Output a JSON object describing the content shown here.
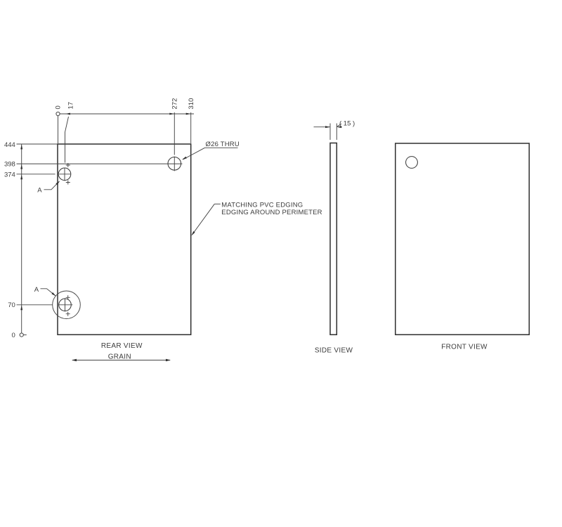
{
  "drawing": {
    "colors": {
      "line": "#3b3b3b",
      "background": "#ffffff"
    },
    "dims_top": [
      "0",
      "17",
      "272",
      "310"
    ],
    "dims_left": [
      "444",
      "398",
      "374",
      "70",
      "0"
    ],
    "notes": {
      "hole": "Ø26 THRU",
      "edging1": "MATCHING PVC EDGING",
      "edging2": "EDGING AROUND PERIMETER",
      "detail": "A"
    },
    "views": {
      "rear": {
        "label": "REAR VIEW",
        "grain": "GRAIN"
      },
      "side": {
        "label": "SIDE VIEW",
        "thickness": "( 15 )"
      },
      "front": {
        "label": "FRONT VIEW"
      }
    }
  }
}
